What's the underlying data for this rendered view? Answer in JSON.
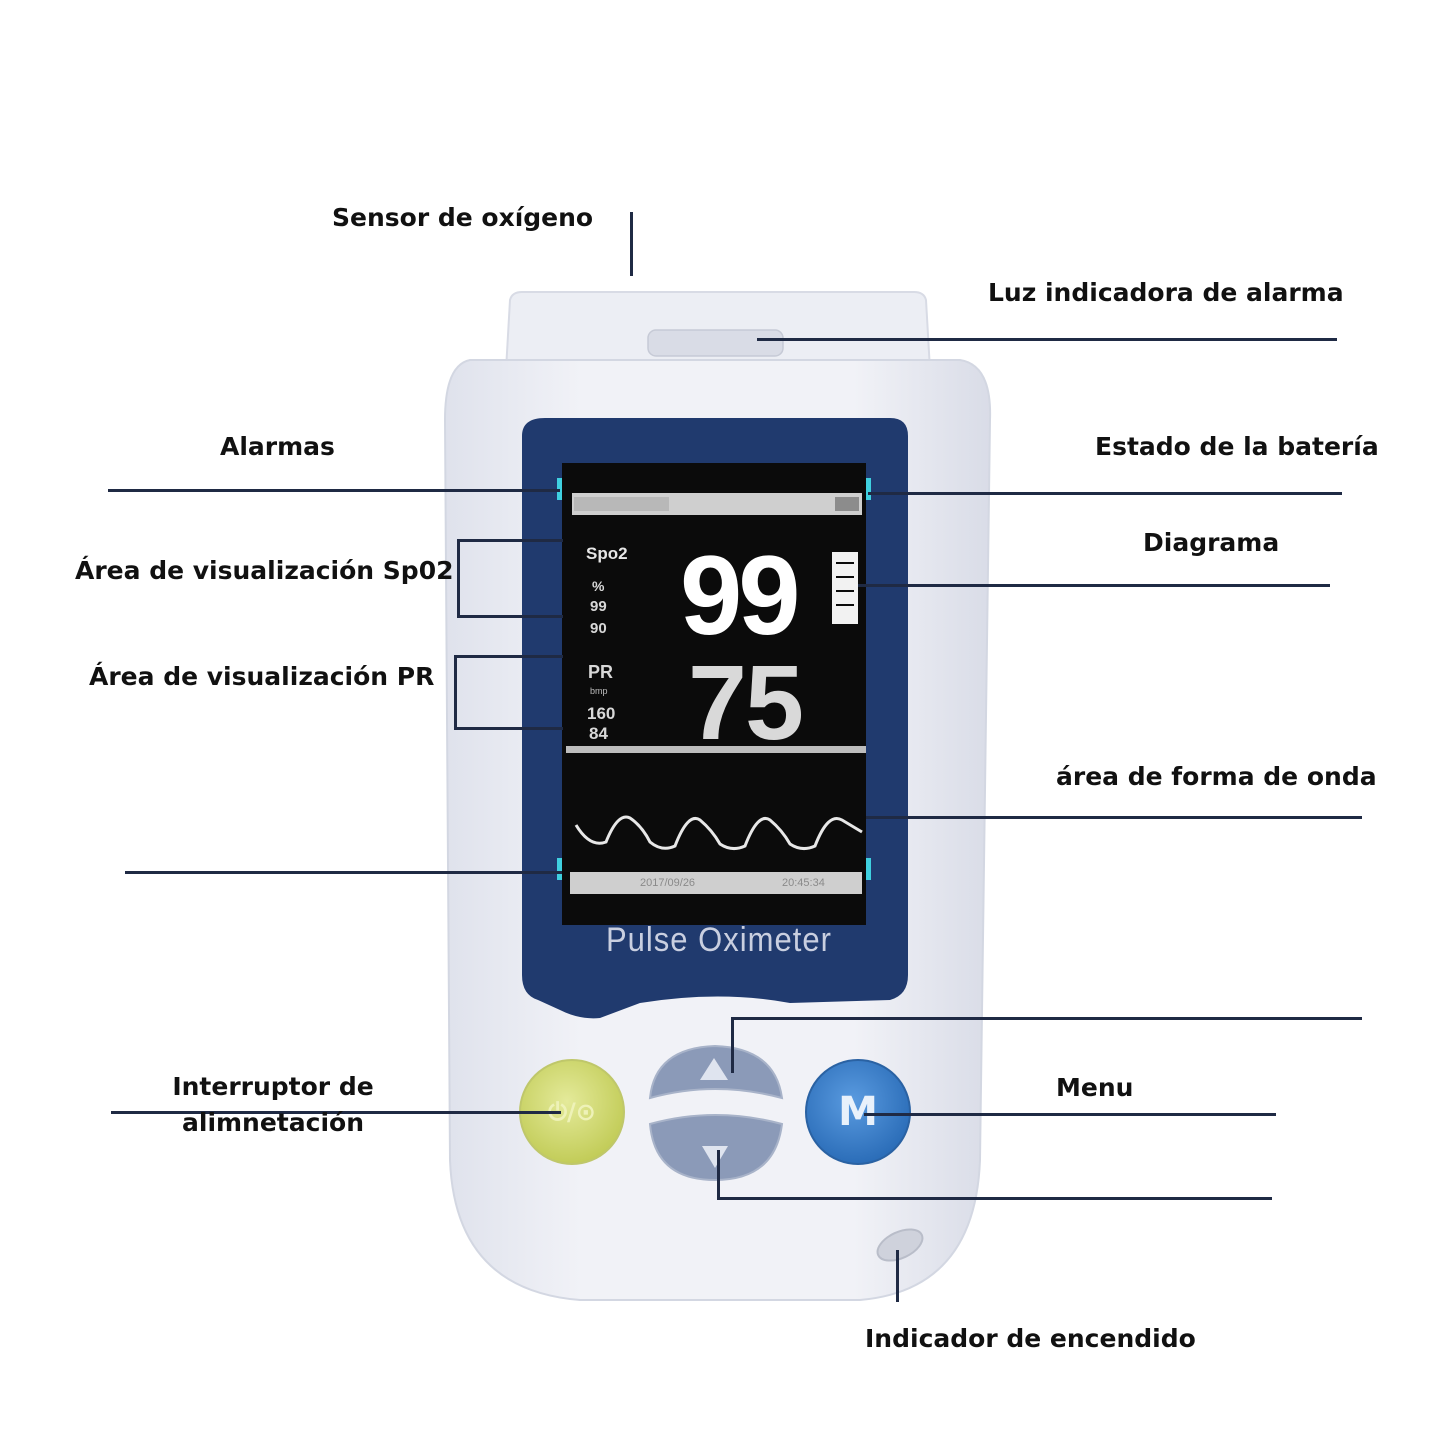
{
  "labels": {
    "oxygen_sensor": "Sensor de oxígeno",
    "alarm_light": "Luz indicadora de alarma",
    "alarms": "Alarmas",
    "battery_status": "Estado de la batería",
    "diagram": "Diagrama",
    "spo2_area": "Área de visualización Sp02",
    "pr_area": "Área de visualización PR",
    "waveform_area": "área de forma de onda",
    "power_switch_line1": "Interruptor de",
    "power_switch_line2": "alimnetación",
    "menu": "Menu",
    "power_indicator": "Indicador de encendido"
  },
  "device": {
    "brand_text": "Pulse Oximeter",
    "spo2_title": "Spo2",
    "spo2_unit": "%",
    "spo2_high": "99",
    "spo2_low": "90",
    "spo2_value": "99",
    "pr_title": "PR",
    "pr_unit": "bmp",
    "pr_high": "160",
    "pr_low": "84",
    "pr_value": "75",
    "date": "2017/09/26",
    "time": "20:45:34",
    "power_button": "⏻/⊙",
    "menu_button": "M",
    "up_icon": "up-arrow-icon",
    "down_icon": "down-arrow-icon"
  },
  "colors": {
    "body": "#eaecf3",
    "bezel": "#203a6e",
    "screen": "#0b0b0b",
    "power_button": "#d3dc72",
    "nav_button": "#8b9ab8",
    "menu_button": "#3c82cc",
    "leader_line": "#1f2a44"
  }
}
